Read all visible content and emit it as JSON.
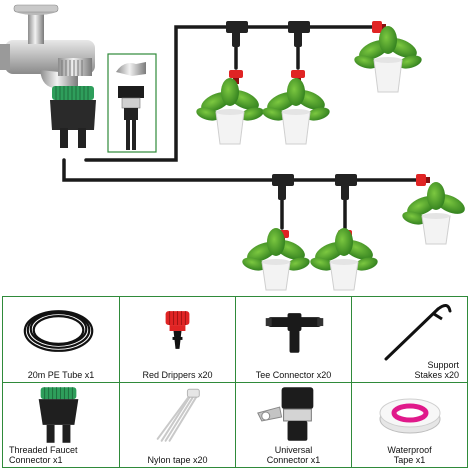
{
  "kit": {
    "items": [
      {
        "label": "20m PE Tube x1",
        "icon": "coiled-tube-icon"
      },
      {
        "label": "Red Drippers x20",
        "icon": "red-dripper-icon"
      },
      {
        "label": "Tee Connector x20",
        "icon": "tee-connector-icon"
      },
      {
        "label": "Support\nStakes x20",
        "icon": "support-stake-icon"
      },
      {
        "label": "Threaded Faucet\nConnector  x1",
        "icon": "faucet-connector-icon"
      },
      {
        "label": "Nylon tape x20",
        "icon": "nylon-tape-icon"
      },
      {
        "label": "Universal\nConnector x1",
        "icon": "universal-connector-icon"
      },
      {
        "label": "Waterproof\nTape x1",
        "icon": "waterproof-tape-icon"
      }
    ]
  },
  "colors": {
    "grid_border": "#2f8a3a",
    "tube": "#1a1a1a",
    "dripper_red": "#e02424",
    "connector_green": "#2e9e5b",
    "pot": "#f3f3f3",
    "leaf": "#3c9a2e"
  }
}
